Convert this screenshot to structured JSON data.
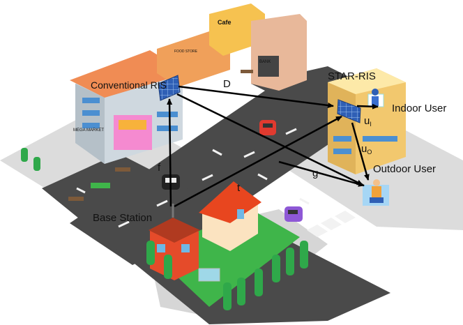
{
  "labels": {
    "star_ris": "STAR-RIS",
    "conventional_ris": "Conventional RIS",
    "indoor_user": "Indoor User",
    "outdoor_user": "Outdoor User",
    "base_station": "Base Station",
    "channel_d": "D",
    "channel_f": "f",
    "channel_g": "g",
    "channel_t": "t",
    "channel_ui": "u",
    "channel_ui_sub": "I",
    "channel_uo": "u",
    "channel_uo_sub": "O"
  },
  "signs": {
    "cafe": "Cafe",
    "food_store": "FOOD STORE",
    "bank": "BANK",
    "mega_market": "MEGA MARKET"
  },
  "colors": {
    "road": "#4a4a4a",
    "sidewalk": "#dcdcdc",
    "grass": "#3fb54a",
    "arrow": "#000000",
    "panel": "#2f5fb5"
  }
}
